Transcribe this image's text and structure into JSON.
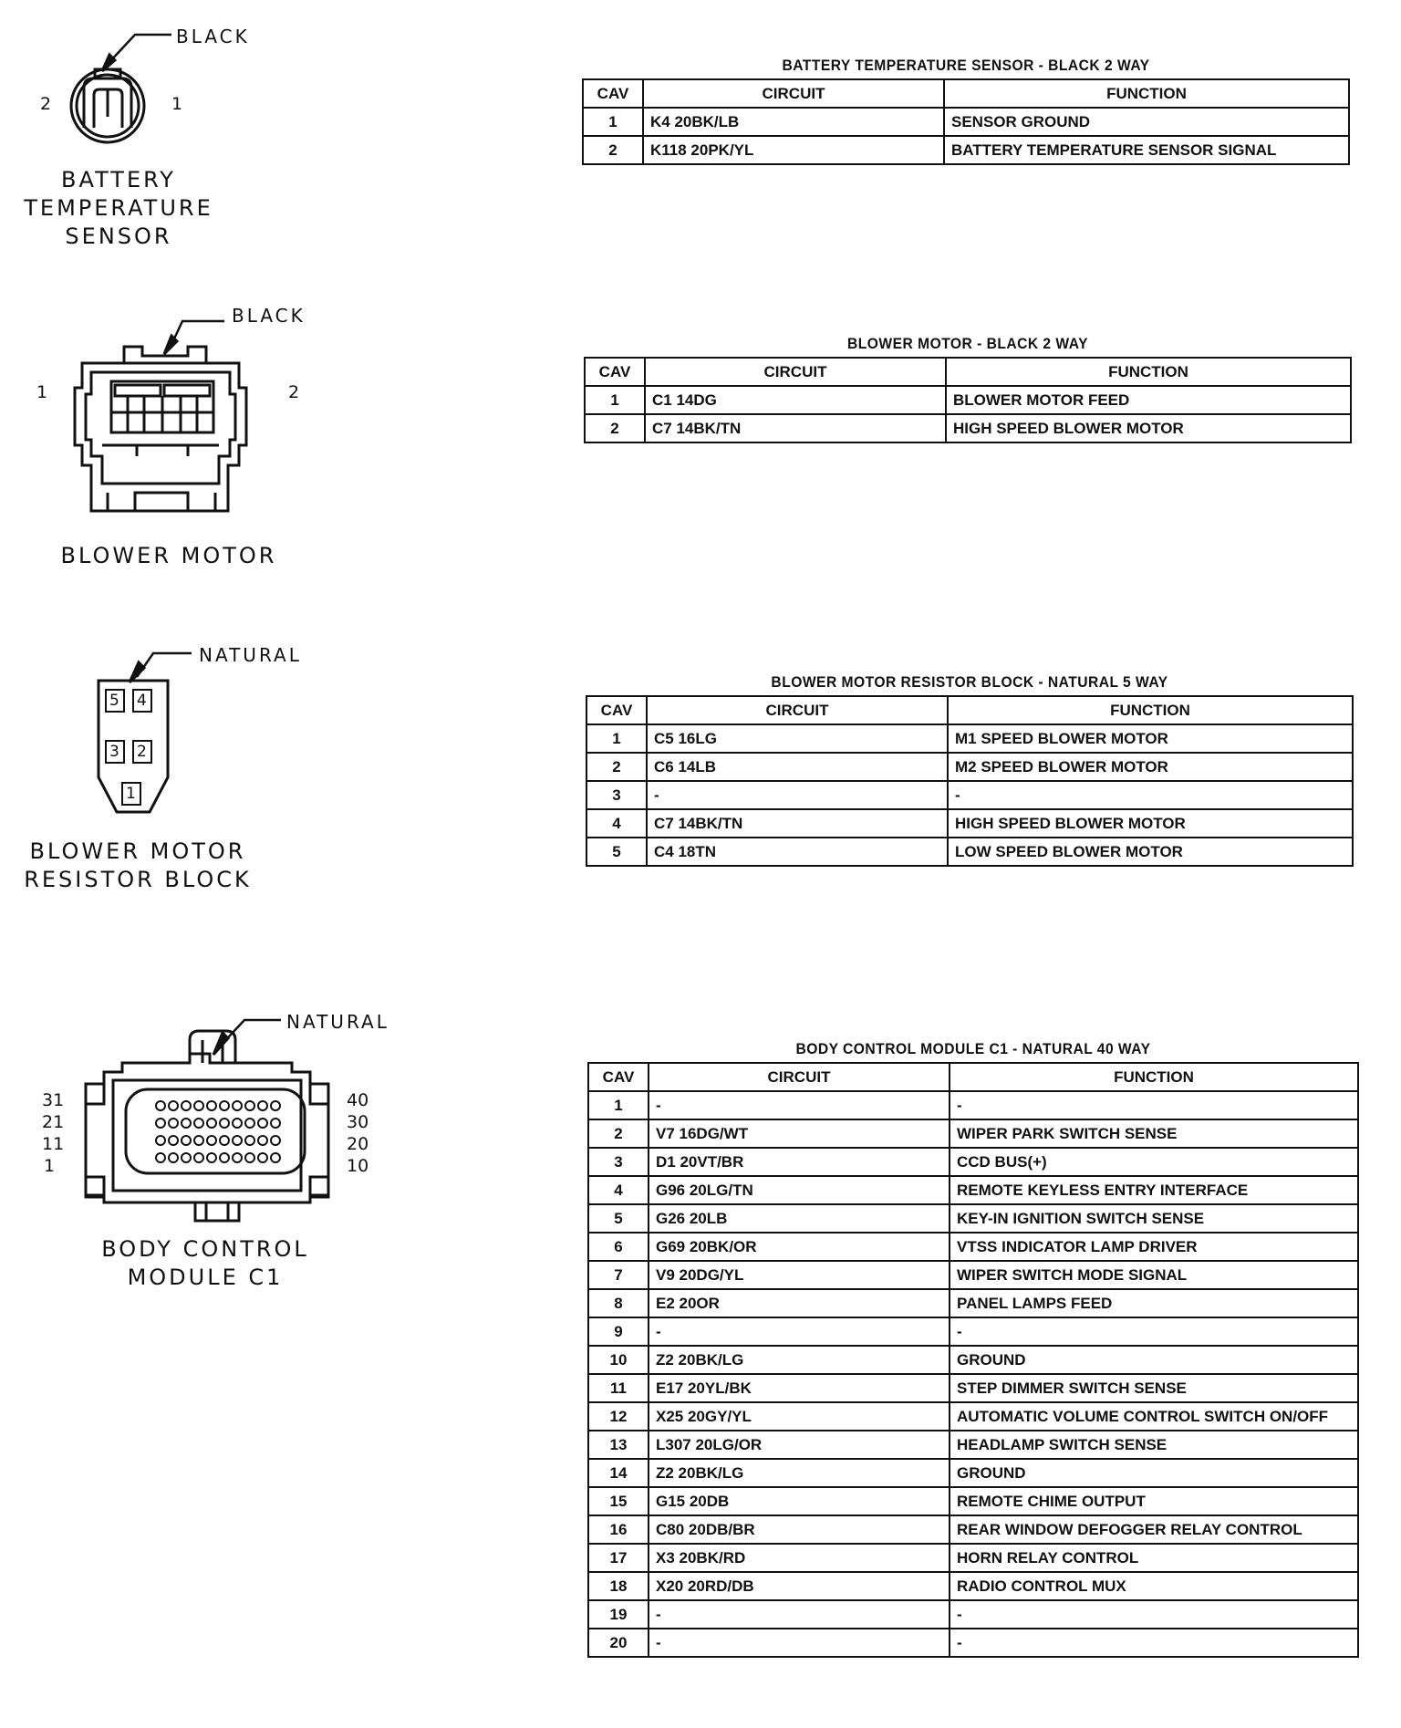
{
  "connectors": [
    {
      "name": "BATTERY\nTEMPERATURE\nSENSOR",
      "color": "BLACK",
      "pins": [
        "2",
        "1"
      ]
    },
    {
      "name": "BLOWER MOTOR",
      "color": "BLACK",
      "pins": [
        "1",
        "2"
      ]
    },
    {
      "name": "BLOWER MOTOR\nRESISTOR BLOCK",
      "color": "NATURAL",
      "pins": [
        "5",
        "4",
        "3",
        "2",
        "1"
      ]
    },
    {
      "name": "BODY CONTROL\nMODULE C1",
      "color": "NATURAL",
      "pins_left": [
        "31",
        "21",
        "11",
        "1"
      ],
      "pins_right": [
        "40",
        "30",
        "20",
        "10"
      ]
    }
  ],
  "headers": {
    "cav": "CAV",
    "circuit": "CIRCUIT",
    "function": "FUNCTION"
  },
  "tables": [
    {
      "title": "BATTERY TEMPERATURE SENSOR - BLACK 2 WAY",
      "rows": [
        [
          "1",
          "K4 20BK/LB",
          "SENSOR GROUND"
        ],
        [
          "2",
          "K118 20PK/YL",
          "BATTERY TEMPERATURE SENSOR SIGNAL"
        ]
      ]
    },
    {
      "title": "BLOWER MOTOR - BLACK 2 WAY",
      "rows": [
        [
          "1",
          "C1 14DG",
          "BLOWER MOTOR FEED"
        ],
        [
          "2",
          "C7 14BK/TN",
          "HIGH SPEED BLOWER MOTOR"
        ]
      ]
    },
    {
      "title": "BLOWER MOTOR RESISTOR BLOCK - NATURAL 5 WAY",
      "rows": [
        [
          "1",
          "C5 16LG",
          "M1 SPEED BLOWER MOTOR"
        ],
        [
          "2",
          "C6 14LB",
          "M2 SPEED BLOWER MOTOR"
        ],
        [
          "3",
          "-",
          "-"
        ],
        [
          "4",
          "C7 14BK/TN",
          "HIGH SPEED BLOWER MOTOR"
        ],
        [
          "5",
          "C4 18TN",
          "LOW SPEED BLOWER MOTOR"
        ]
      ]
    },
    {
      "title": "BODY CONTROL MODULE C1 - NATURAL 40 WAY",
      "rows": [
        [
          "1",
          "-",
          "-"
        ],
        [
          "2",
          "V7 16DG/WT",
          "WIPER PARK SWITCH SENSE"
        ],
        [
          "3",
          "D1 20VT/BR",
          "CCD BUS(+)"
        ],
        [
          "4",
          "G96 20LG/TN",
          "REMOTE KEYLESS ENTRY INTERFACE"
        ],
        [
          "5",
          "G26 20LB",
          "KEY-IN IGNITION SWITCH SENSE"
        ],
        [
          "6",
          "G69 20BK/OR",
          "VTSS INDICATOR LAMP DRIVER"
        ],
        [
          "7",
          "V9 20DG/YL",
          "WIPER SWITCH MODE SIGNAL"
        ],
        [
          "8",
          "E2 20OR",
          "PANEL LAMPS FEED"
        ],
        [
          "9",
          "-",
          "-"
        ],
        [
          "10",
          "Z2 20BK/LG",
          "GROUND"
        ],
        [
          "11",
          "E17 20YL/BK",
          "STEP DIMMER SWITCH SENSE"
        ],
        [
          "12",
          "X25 20GY/YL",
          "AUTOMATIC VOLUME CONTROL SWITCH ON/OFF"
        ],
        [
          "13",
          "L307 20LG/OR",
          "HEADLAMP SWITCH SENSE"
        ],
        [
          "14",
          "Z2 20BK/LG",
          "GROUND"
        ],
        [
          "15",
          "G15 20DB",
          "REMOTE CHIME OUTPUT"
        ],
        [
          "16",
          "C80 20DB/BR",
          "REAR WINDOW DEFOGGER RELAY CONTROL"
        ],
        [
          "17",
          "X3 20BK/RD",
          "HORN RELAY CONTROL"
        ],
        [
          "18",
          "X20 20RD/DB",
          "RADIO CONTROL MUX"
        ],
        [
          "19",
          "-",
          "-"
        ],
        [
          "20",
          "-",
          "-"
        ]
      ]
    }
  ]
}
